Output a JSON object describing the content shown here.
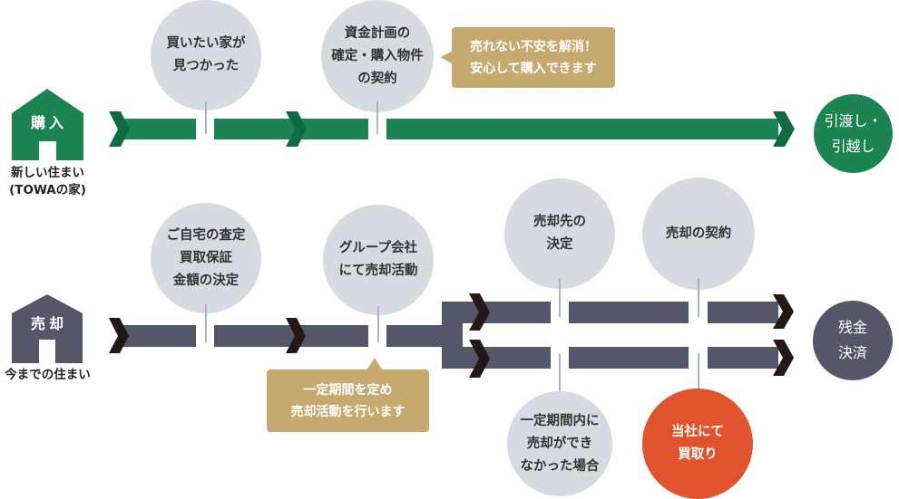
{
  "purchase": {
    "house_label": "購入",
    "caption": [
      "新しい住まい",
      "(TOWAの家)"
    ],
    "steps": [
      {
        "lines": [
          "買いたい家が",
          "見つかった"
        ]
      },
      {
        "lines": [
          "資金計画の",
          "確定・購入物件",
          "の契約"
        ]
      }
    ],
    "callout": [
      "売れない不安を解消！",
      "安心して購入できます"
    ],
    "goal": [
      "引渡し・",
      "引越し"
    ]
  },
  "sale": {
    "house_label": "売却",
    "caption": [
      "今までの住まい"
    ],
    "steps": [
      {
        "lines": [
          "ご自宅の査定",
          "買取保証",
          "金額の決定"
        ]
      },
      {
        "lines": [
          "グループ会社",
          "にて売却活動"
        ]
      }
    ],
    "callout": [
      "一定期間を定め",
      "売却活動を行います"
    ],
    "branch_sold": [
      {
        "lines": [
          "売却先の",
          "決定"
        ]
      },
      {
        "lines": [
          "売却の契約"
        ]
      }
    ],
    "branch_unsold": [
      {
        "lines": [
          "一定期間内に",
          "売却ができ",
          "なかった場合"
        ]
      },
      {
        "lines": [
          "当社にて",
          "買取り"
        ]
      }
    ],
    "goal": [
      "残金",
      "決済"
    ]
  },
  "colors": {
    "purchase_green": "#1b8452",
    "purchase_chevron": "#0e6b42",
    "sale_slate": "#545769",
    "sale_chevron": "#231815",
    "step_circle": "#d6dae1",
    "callout_tan": "#c5a96f",
    "buyback_orange": "#e0532c"
  }
}
